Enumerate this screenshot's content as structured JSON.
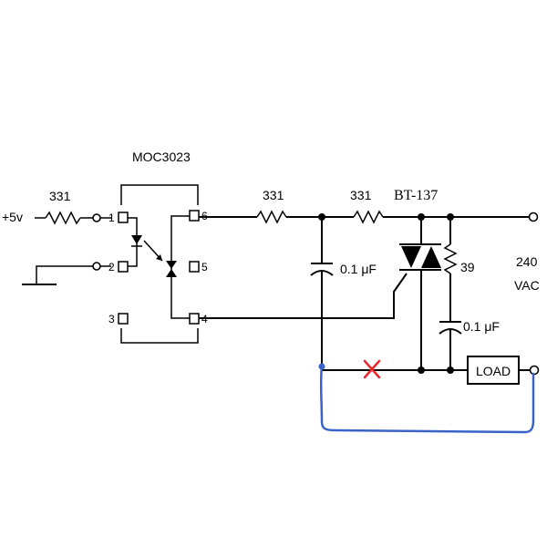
{
  "ic": {
    "name": "MOC3023",
    "pins": [
      "1",
      "2",
      "3",
      "4",
      "5",
      "6"
    ]
  },
  "inputs": {
    "supply": "+5v",
    "r_in": "331"
  },
  "resistors": {
    "r_gate1": "331",
    "r_gate2": "331",
    "r_snubber": "39"
  },
  "triac": {
    "name": "BT-137"
  },
  "capacitors": {
    "c_filter": "0.1 μF",
    "c_snubber": "0.1 μF"
  },
  "mains": {
    "voltage": "240",
    "unit": "VAC"
  },
  "load": {
    "label": "LOAD"
  },
  "markup": {
    "cross_color": "#e8262b",
    "wire_color": "#3a63c9"
  }
}
